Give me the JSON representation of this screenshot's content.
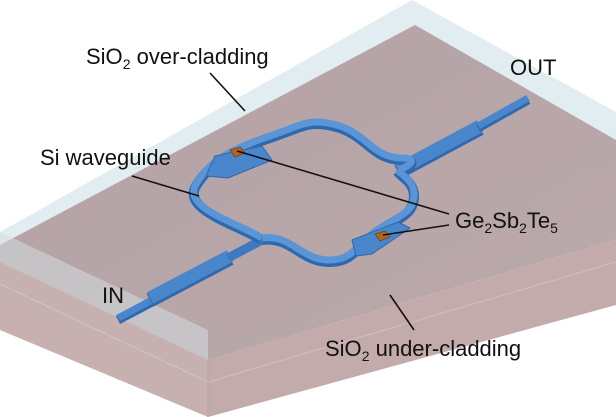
{
  "figure": {
    "title": "Mach-Zehnder interferometer with Ge2Sb2Te5 phase-change cells on Si waveguide",
    "labels": {
      "over_cladding": {
        "main": "SiO",
        "sub": "2",
        "rest": " over-cladding"
      },
      "waveguide": {
        "text": "Si waveguide"
      },
      "gst": {
        "p1": "Ge",
        "s1": "2",
        "p2": "Sb",
        "s2": "2",
        "p3": "Te",
        "s3": "5"
      },
      "input": {
        "text": "IN"
      },
      "output": {
        "text": "OUT"
      },
      "under_cladding": {
        "main": "SiO",
        "sub": "2",
        "rest": " under-cladding"
      }
    },
    "colors": {
      "over_cladding": "#dde9ee",
      "top_surface": "#b4a3a6",
      "front_face": "#c7b1b1",
      "side_face": "#c4acac",
      "waveguide": "#4a86cc",
      "waveguide_dark": "#2f68ad",
      "gst": "#b2651e",
      "leader_line": "#111111"
    }
  }
}
